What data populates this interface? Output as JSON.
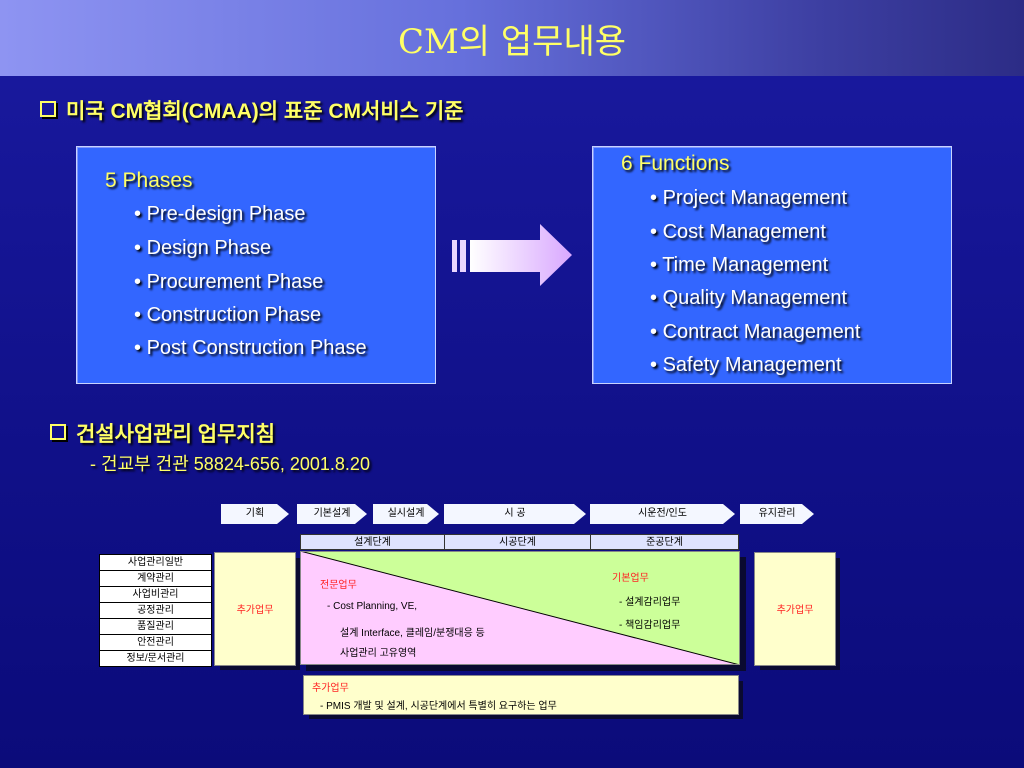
{
  "title": "CM의 업무내용",
  "section1": {
    "heading": "미국 CM협회(CMAA)의 표준 CM서비스 기준"
  },
  "phases": {
    "title": "5 Phases",
    "items": [
      "Pre-design Phase",
      "Design Phase",
      "Procurement Phase",
      "Construction Phase",
      "Post Construction Phase"
    ]
  },
  "functions": {
    "title": "6 Functions",
    "items": [
      "Project Management",
      "Cost Management",
      "Time Management",
      "Quality Management",
      "Contract Management",
      "Safety Management"
    ]
  },
  "section2": {
    "heading": "건설사업관리 업무지침",
    "sub": "- 건교부 건관 58824-656, 2001.8.20"
  },
  "diagram": {
    "stages": [
      "기획",
      "기본설계",
      "실시설계",
      "시  공",
      "시운전/인도",
      "유지관리"
    ],
    "periods": [
      "설계단계",
      "시공단계",
      "준공단계"
    ],
    "tasks": [
      "사업관리일반",
      "계약관리",
      "사업비관리",
      "공정관리",
      "품질관리",
      "안전관리",
      "정보/문서관리"
    ],
    "extra_label": "추가업무",
    "pro_title": "전문업무",
    "pro_lines": [
      "- Cost Planning, VE,",
      "설계 Interface, 클레임/분쟁대응 등",
      "사업관리 고유영역"
    ],
    "basic_title": "기본업무",
    "basic_lines": [
      "- 설계감리업무",
      "- 책임감리업무"
    ],
    "bottom_title": "추가업무",
    "bottom_text": "- PMIS 개발 및 설계, 시공단계에서 특별히 요구하는 업무"
  },
  "colors": {
    "accent_yellow": "#ffff66",
    "panel_blue": "#3366ff",
    "pro_pink": "#ffccff",
    "basic_green": "#ccff99",
    "extra_cream": "#ffffcc"
  }
}
